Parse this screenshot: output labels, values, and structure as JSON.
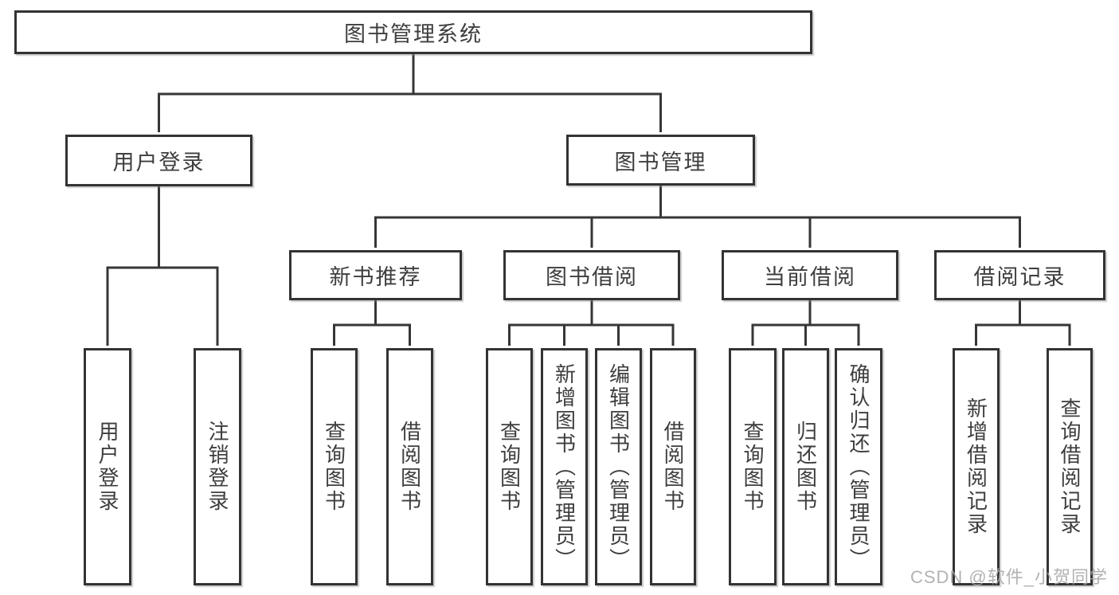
{
  "diagram": {
    "type": "tree",
    "colors": {
      "line": "#363636",
      "box_border": "#333333",
      "box_fill": "#ffffff",
      "text": "#3e3e3e",
      "watermark": "#a4a4a4"
    },
    "nodes": {
      "root": {
        "label": "图书管理系统",
        "parent": null
      },
      "user_login": {
        "label": "用户登录",
        "parent": "root"
      },
      "book_mgmt": {
        "label": "图书管理",
        "parent": "root"
      },
      "login": {
        "label": "用户登录",
        "parent": "user_login"
      },
      "logout": {
        "label": "注销登录",
        "parent": "user_login"
      },
      "new_book_rec": {
        "label": "新书推荐",
        "parent": "book_mgmt"
      },
      "book_borrow": {
        "label": "图书借阅",
        "parent": "book_mgmt"
      },
      "current_borrow": {
        "label": "当前借阅",
        "parent": "book_mgmt"
      },
      "borrow_record": {
        "label": "借阅记录",
        "parent": "book_mgmt"
      },
      "nbr_query": {
        "label": "查询图书",
        "parent": "new_book_rec"
      },
      "nbr_borrow": {
        "label": "借阅图书",
        "parent": "new_book_rec"
      },
      "bb_query": {
        "label": "查询图书",
        "parent": "book_borrow"
      },
      "bb_add": {
        "label": "新增图书（管理员）",
        "parent": "book_borrow"
      },
      "bb_edit": {
        "label": "编辑图书（管理员）",
        "parent": "book_borrow"
      },
      "bb_borrow": {
        "label": "借阅图书",
        "parent": "book_borrow"
      },
      "cb_query": {
        "label": "查询图书",
        "parent": "current_borrow"
      },
      "cb_return": {
        "label": "归还图书",
        "parent": "current_borrow"
      },
      "cb_confirm": {
        "label": "确认归还（管理员）",
        "parent": "current_borrow"
      },
      "br_add": {
        "label": "新增借阅记录",
        "parent": "borrow_record"
      },
      "br_query": {
        "label": "查询借阅记录",
        "parent": "borrow_record"
      }
    },
    "watermark": "CSDN @软件_小贺同学"
  }
}
